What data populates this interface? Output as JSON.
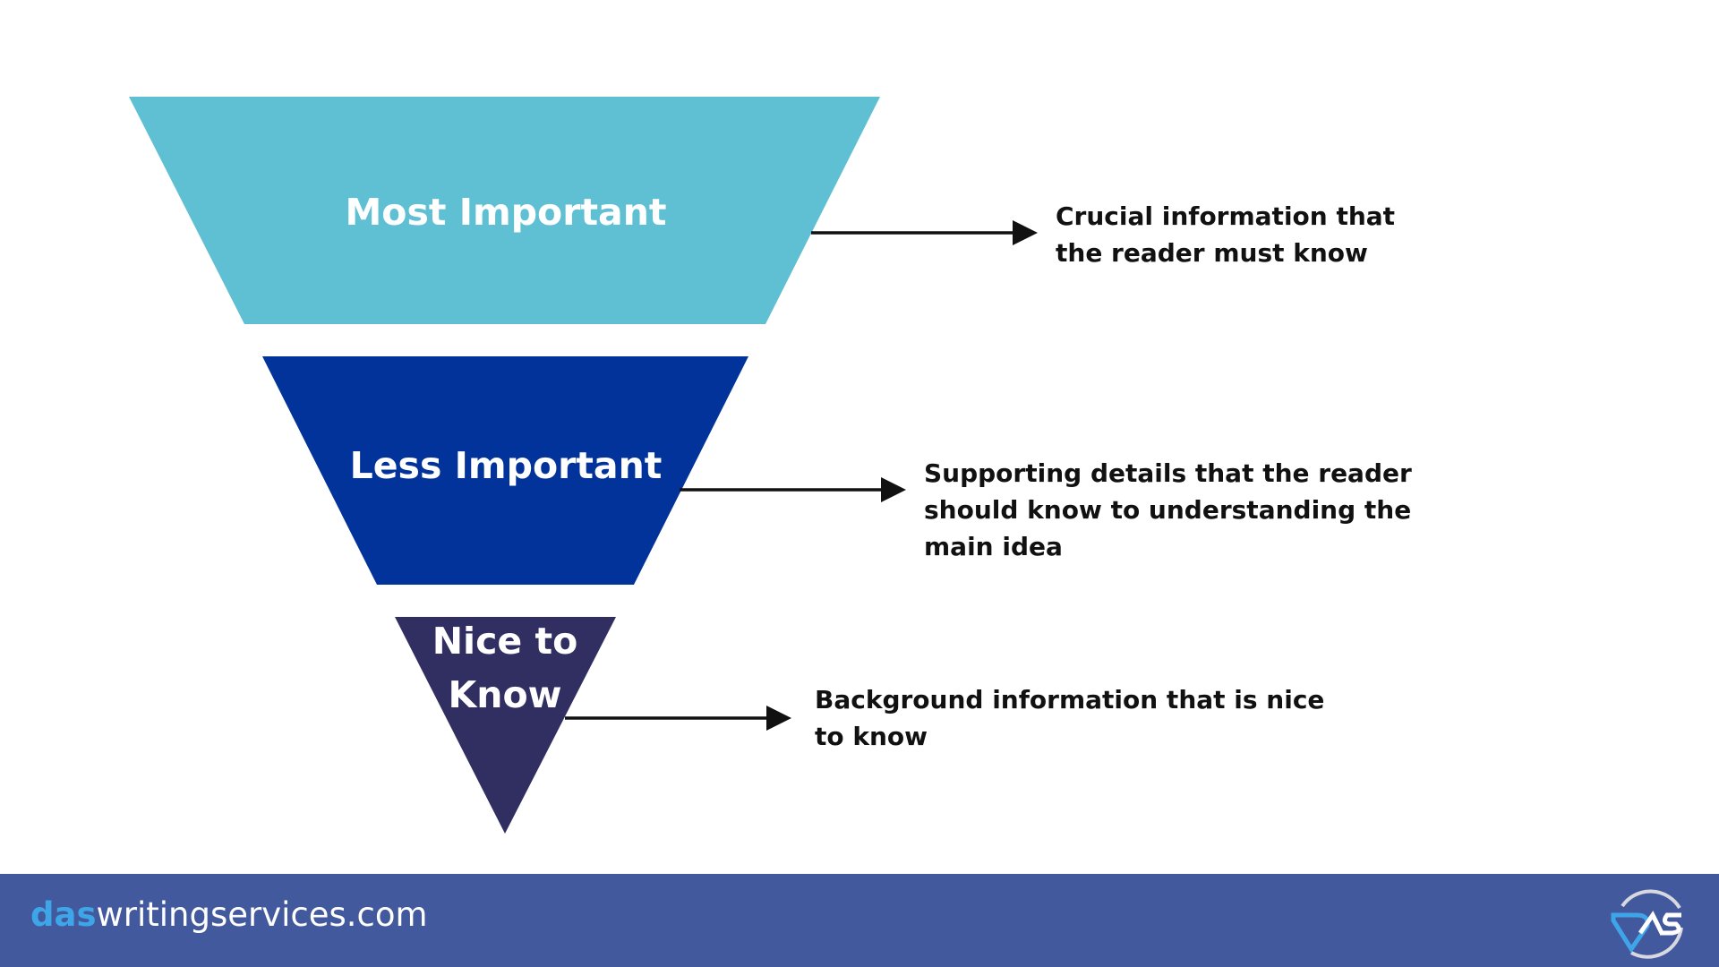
{
  "funnel": [
    {
      "label": "Most Important",
      "description": "Crucial information that the reader must know",
      "color": "#5fc0d4"
    },
    {
      "label": "Less Important",
      "description": "Supporting details that the reader should know to understanding the main idea",
      "color": "#01339b"
    },
    {
      "label": "Nice to Know",
      "description": "Background information that is nice to know",
      "color": "#312f62"
    }
  ],
  "footer": {
    "site_prefix": "das",
    "site_suffix": "writingservices.com",
    "logo_text": "DAS"
  }
}
